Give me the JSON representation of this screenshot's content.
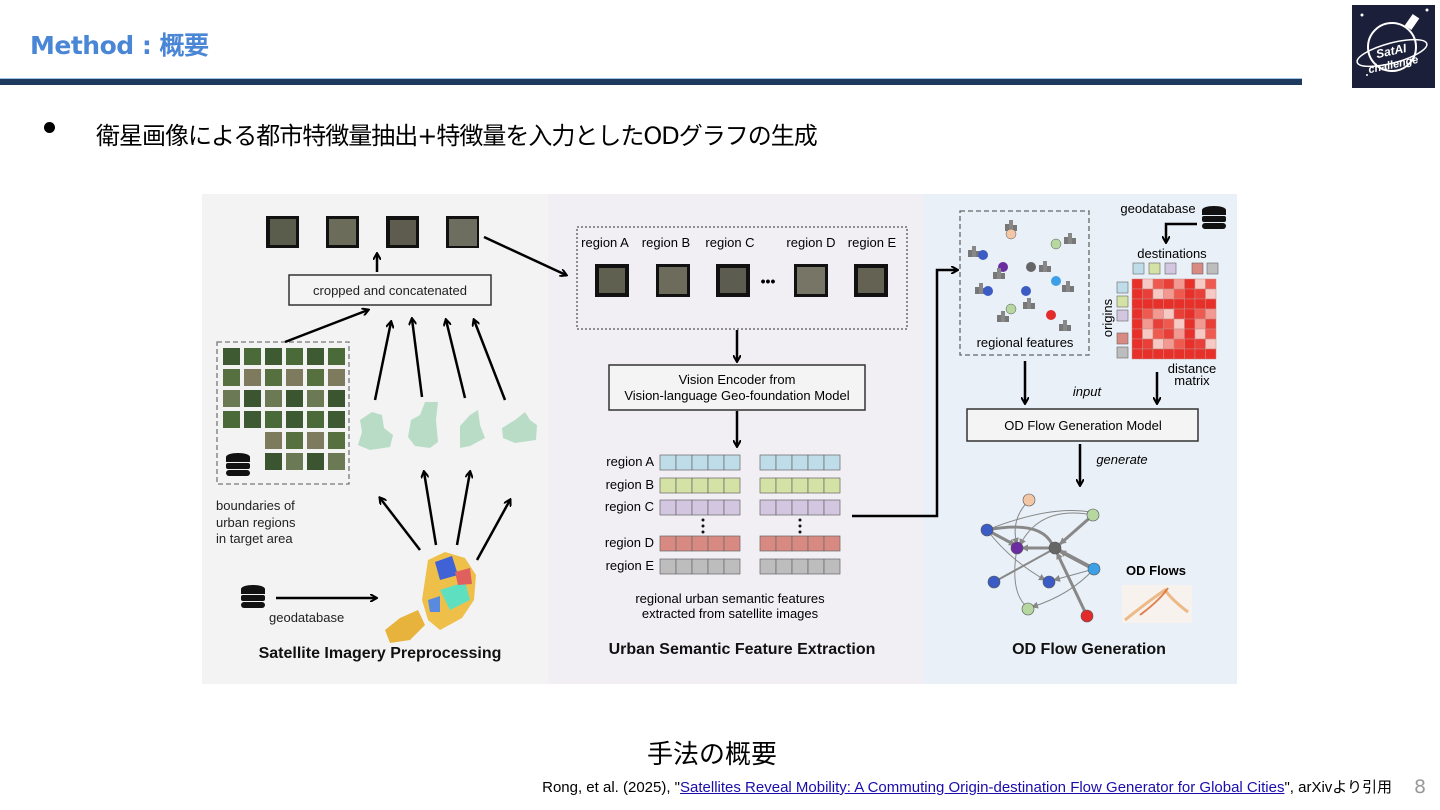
{
  "header": {
    "title": "Method : 概要",
    "logo_text": "SatAI Challenge"
  },
  "bullet": {
    "text": "衛星画像による都市特徴量抽出+特徴量を入力としたODグラフの生成"
  },
  "figure": {
    "panel1": {
      "cropped_label": "cropped and concatenated",
      "boundaries_line1": "boundaries of",
      "boundaries_line2": "urban regions",
      "boundaries_line3": "in target area",
      "geodatabase": "geodatabase",
      "title": "Satellite Imagery Preprocessing"
    },
    "panel2": {
      "regions": [
        "region A",
        "region B",
        "region C",
        "region D",
        "region E"
      ],
      "ellipsis": "•••",
      "encoder_line1": "Vision Encoder from",
      "encoder_line2": "Vision-language Geo-foundation Model",
      "features_line1": "regional urban semantic features",
      "features_line2": "extracted from satellite images",
      "title": "Urban Semantic Feature Extraction",
      "region_colors": [
        "#bfdde8",
        "#d5e2a6",
        "#d3c6e0",
        "#d88a82",
        "#bdbdbd"
      ]
    },
    "panel3": {
      "regional_features": "regional features",
      "geodatabase": "geodatabase",
      "destinations": "destinations",
      "origins": "origins",
      "distance_line1": "distance",
      "distance_line2": "matrix",
      "input": "input",
      "model": "OD Flow Generation Model",
      "generate": "generate",
      "od_flows": "OD Flows",
      "title": "OD Flow Generation"
    }
  },
  "caption": "手法の概要",
  "citation": {
    "prefix": "Rong, et al. (2025), \"",
    "link": "Satellites Reveal Mobility: A Commuting Origin-destination Flow Generator for Global Cities",
    "suffix": "\", arXivより引用"
  },
  "page_number": "8",
  "colors": {
    "title": "#4a86d6",
    "header_bar": "#1f3a5f",
    "logo_bg": "#1c1f3a"
  }
}
